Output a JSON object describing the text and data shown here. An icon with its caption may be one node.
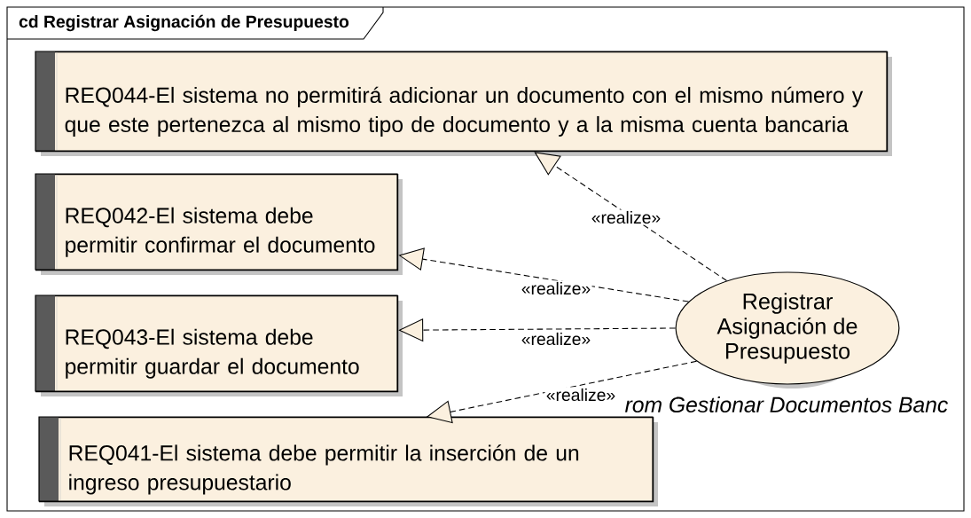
{
  "diagram": {
    "title": "cd Registrar Asignación de Presupuesto",
    "nodes": [
      {
        "text": [
          "REQ044-El sistema no permitirá adicionar un documento con el mismo número y que este pertenezca al mismo tipo de documento y a la misma cuenta bancaria"
        ]
      },
      {
        "text": [
          "REQ042-El sistema debe permitir confirmar el documento"
        ]
      },
      {
        "text": [
          "REQ043-El sistema debe permitir guardar el documento"
        ]
      },
      {
        "text": [
          "REQ041-El sistema debe permitir la inserción de un ingreso presupuestario"
        ]
      },
      {
        "text": [
          "Registrar Asignación de Presupuesto"
        ],
        "beside": [
          "rom Gestionar Documentos Banc"
        ]
      }
    ],
    "edges": [
      {
        "from": 4,
        "to": 0,
        "arrow": "to",
        "label": "«realize»",
        "style": "dashed"
      },
      {
        "from": 4,
        "to": 1,
        "arrow": "to",
        "label": "«realize»",
        "style": "dashed"
      },
      {
        "from": 4,
        "to": 2,
        "arrow": "to",
        "label": "«realize»",
        "style": "dashed"
      },
      {
        "from": 4,
        "to": 3,
        "arrow": "to",
        "label": "«realize»",
        "style": "dashed"
      }
    ]
  }
}
